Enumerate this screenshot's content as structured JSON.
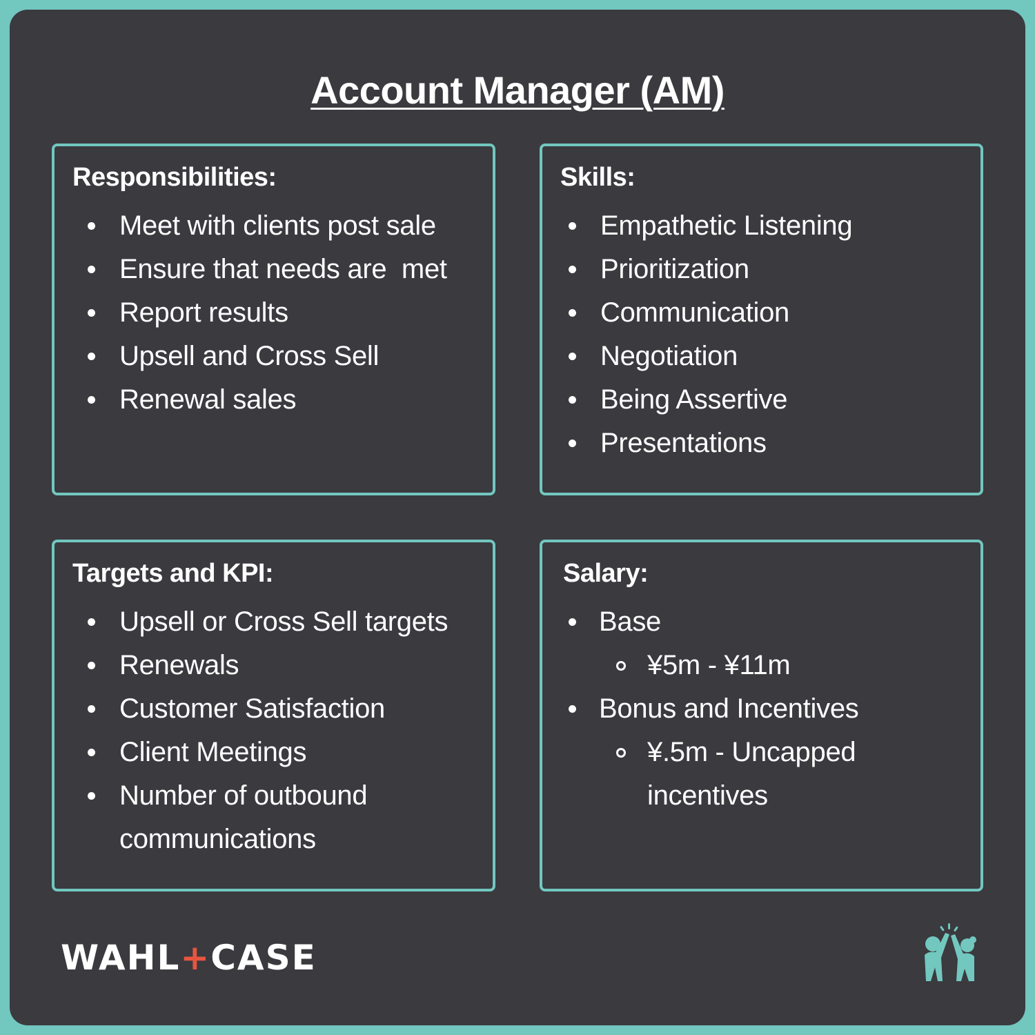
{
  "title": "Account Manager (AM)",
  "colors": {
    "frame": "#72c7bf",
    "background": "#3a3a3f",
    "text": "#ffffff",
    "logo_accent": "#e8553f"
  },
  "responsibilities": {
    "heading": "Responsibilities:",
    "items": [
      "Meet with clients post sale",
      "Ensure that needs are  met",
      "Report results",
      "Upsell and Cross Sell",
      "Renewal sales"
    ]
  },
  "skills": {
    "heading": "Skills:",
    "items": [
      "Empathetic Listening",
      "Prioritization",
      "Communication",
      "Negotiation",
      "Being Assertive",
      "Presentations"
    ]
  },
  "targets": {
    "heading": "Targets and KPI:",
    "items": [
      "Upsell or Cross Sell targets",
      "Renewals",
      "Customer Satisfaction",
      "Client Meetings",
      "Number of outbound"
    ],
    "last_item_continued": "communications"
  },
  "salary": {
    "heading": "Salary:",
    "base_label": "Base",
    "base_range": "¥5m - ¥11m",
    "bonus_label": "Bonus and Incentives",
    "bonus_range": "¥.5m - Uncapped",
    "bonus_range_continued": "incentives"
  },
  "logo": {
    "left": "WAHL",
    "plus": "+",
    "right": "CASE",
    "icon": "high-five-people-icon"
  }
}
